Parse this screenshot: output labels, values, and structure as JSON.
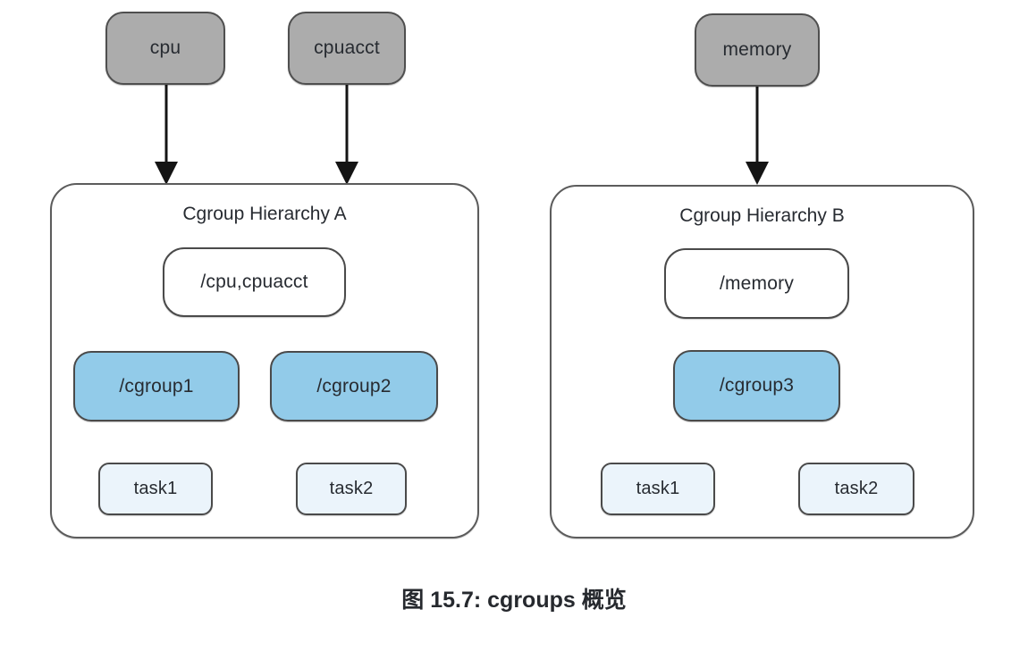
{
  "caption": "图 15.7: cgroups 概览",
  "colors": {
    "subsystem_fill": "#acacac",
    "subsystem_border": "#4f4f4f",
    "container_border": "#5c5c5c",
    "node_border": "#4a4a4a",
    "node_blue_fill": "#92cbe9",
    "node_white_fill": "#ffffff",
    "task_fill": "#ebf4fb",
    "line_color": "#141414",
    "text_color": "#272b31",
    "background": "#ffffff"
  },
  "subsystems": [
    {
      "label": "cpu"
    },
    {
      "label": "cpuacct"
    },
    {
      "label": "memory"
    }
  ],
  "hierarchies": [
    {
      "title": "Cgroup Hierarchy A",
      "root": {
        "label": "/cpu,cpuacct"
      },
      "cgroups": [
        {
          "label": "/cgroup1"
        },
        {
          "label": "/cgroup2"
        }
      ],
      "tasks": [
        {
          "label": "task1"
        },
        {
          "label": "task2"
        }
      ]
    },
    {
      "title": "Cgroup Hierarchy B",
      "root": {
        "label": "/memory"
      },
      "cgroups": [
        {
          "label": "/cgroup3"
        }
      ],
      "tasks": [
        {
          "label": "task1"
        },
        {
          "label": "task2"
        }
      ]
    }
  ],
  "edges": [
    {
      "from": "cpu",
      "to": "Cgroup Hierarchy A",
      "type": "arrow"
    },
    {
      "from": "cpuacct",
      "to": "Cgroup Hierarchy A",
      "type": "arrow"
    },
    {
      "from": "memory",
      "to": "Cgroup Hierarchy B",
      "type": "arrow"
    },
    {
      "from": "/cpu,cpuacct",
      "to": "/cgroup1",
      "type": "line"
    },
    {
      "from": "/cpu,cpuacct",
      "to": "/cgroup2",
      "type": "line"
    },
    {
      "from": "/cgroup1",
      "to": "task1",
      "type": "line"
    },
    {
      "from": "/cgroup2",
      "to": "task2",
      "type": "line"
    },
    {
      "from": "/memory",
      "to": "/cgroup3",
      "type": "line"
    },
    {
      "from": "/cgroup3",
      "to": "task1",
      "type": "line"
    },
    {
      "from": "/cgroup3",
      "to": "task2",
      "type": "line"
    }
  ]
}
